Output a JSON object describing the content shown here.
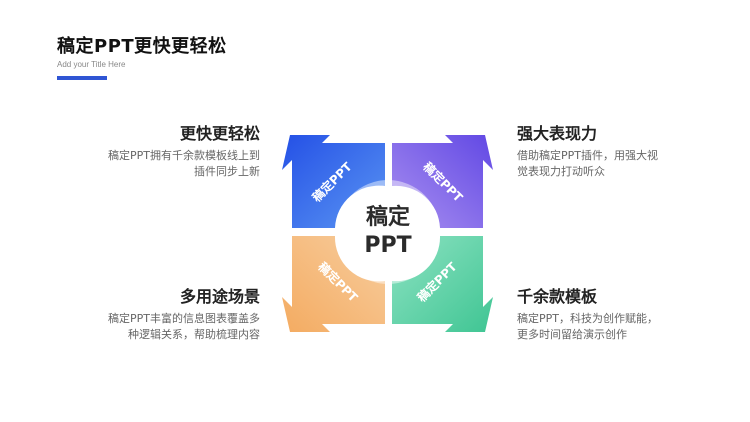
{
  "header": {
    "title": "稿定PPT更快更轻松",
    "subtitle": "Add your Title Here"
  },
  "center": {
    "line1": "稿定",
    "line2": "PPT"
  },
  "quadrants": [
    {
      "label": "稿定PPT",
      "color_a": "#2f5ee8",
      "color_b": "#4b8cf2"
    },
    {
      "label": "稿定PPT",
      "color_a": "#6b55e6",
      "color_b": "#a78ef0"
    },
    {
      "label": "稿定PPT",
      "color_a": "#f6b36d",
      "color_b": "#f5c890"
    },
    {
      "label": "稿定PPT",
      "color_a": "#4ecb9b",
      "color_b": "#86e0bd"
    }
  ],
  "blocks": {
    "top_left": {
      "heading": "更快更轻松",
      "line1": "稿定PPT拥有千余款模板线上到",
      "line2": "插件同步上新"
    },
    "top_right": {
      "heading": "强大表现力",
      "line1": "借助稿定PPT插件，用强大视",
      "line2": "觉表现力打动听众"
    },
    "bottom_left": {
      "heading": "多用途场景",
      "line1": "稿定PPT丰富的信息图表覆盖多",
      "line2": "种逻辑关系，帮助梳理内容"
    },
    "bottom_right": {
      "heading": "千余款模板",
      "line1": "稿定PPT，科技为创作赋能，",
      "line2": "更多时间留给演示创作"
    }
  }
}
